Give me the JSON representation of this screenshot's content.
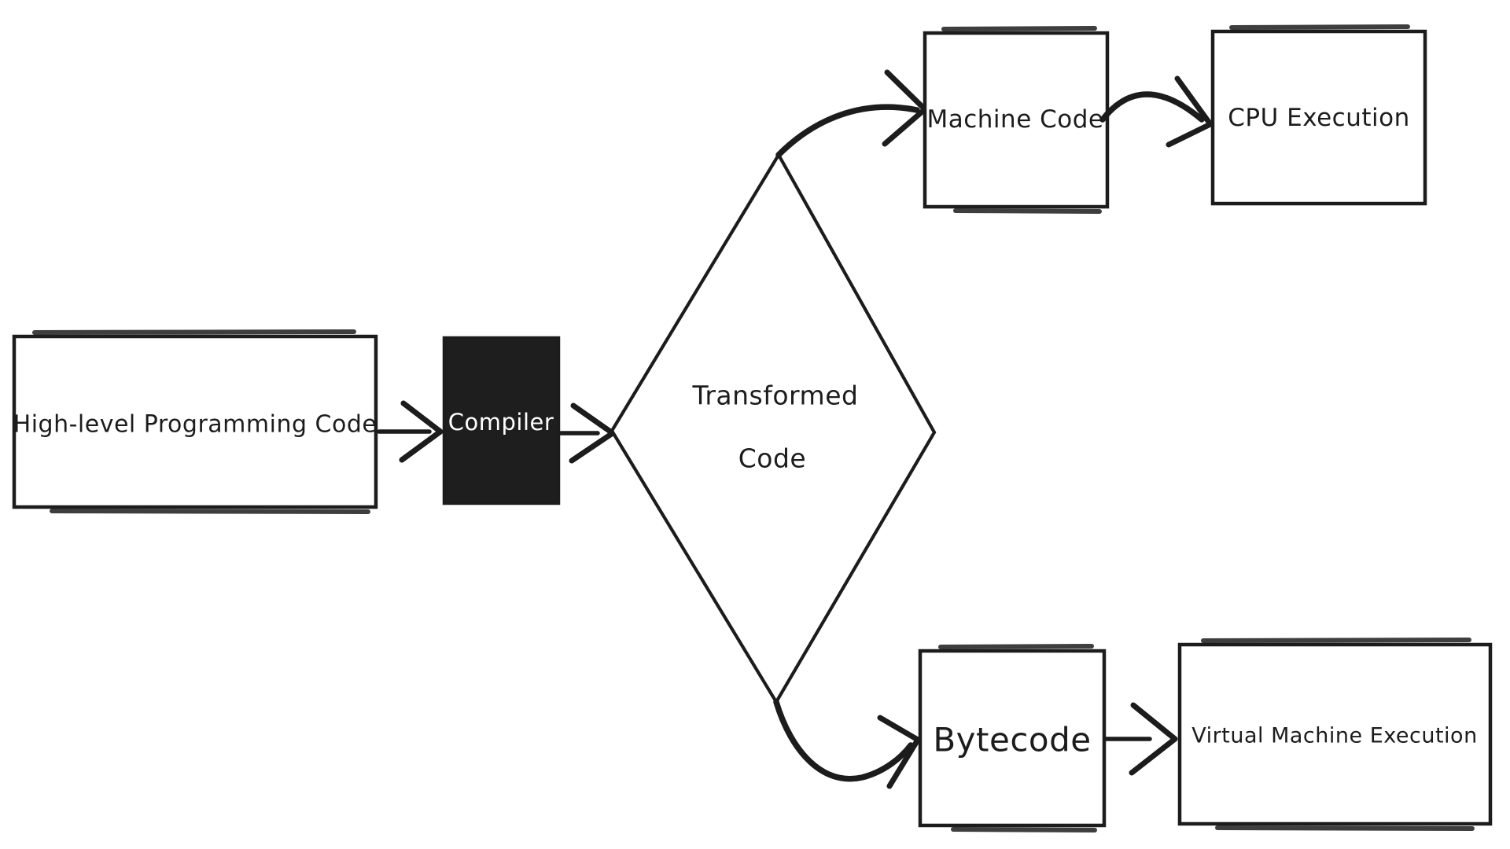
{
  "diagram": {
    "title": "Compilation flow diagram",
    "type": "flowchart",
    "style": "hand-drawn sketch",
    "colors": {
      "background": "#ffffff",
      "stroke": "#1c1c1c",
      "text": "#1c1c1c",
      "compiler_fill": "#1e1e1e",
      "compiler_text": "#ffffff"
    },
    "nodes": {
      "high_level": {
        "label": "High-level Programming Code",
        "shape": "rectangle"
      },
      "compiler": {
        "label": "Compiler",
        "shape": "rectangle-filled"
      },
      "transformed": {
        "label": "Transformed Code",
        "label_line1": "Transformed",
        "label_line2": "Code",
        "shape": "diamond"
      },
      "machine_code": {
        "label": "Machine Code",
        "shape": "rectangle"
      },
      "cpu_execution": {
        "label": "CPU Execution",
        "shape": "rectangle"
      },
      "bytecode": {
        "label": "Bytecode",
        "shape": "rectangle"
      },
      "vm_execution": {
        "label": "Virtual Machine Execution",
        "shape": "rectangle"
      }
    },
    "edges": [
      {
        "from": "High-level Programming Code",
        "to": "Compiler",
        "style": "straight-arrow"
      },
      {
        "from": "Compiler",
        "to": "Transformed Code",
        "style": "straight-arrow"
      },
      {
        "from": "Transformed Code",
        "to": "Machine Code",
        "style": "curved-arrow"
      },
      {
        "from": "Machine Code",
        "to": "CPU Execution",
        "style": "curved-arrow"
      },
      {
        "from": "Transformed Code",
        "to": "Bytecode",
        "style": "curved-arrow"
      },
      {
        "from": "Bytecode",
        "to": "Virtual Machine Execution",
        "style": "straight-arrow"
      }
    ]
  }
}
